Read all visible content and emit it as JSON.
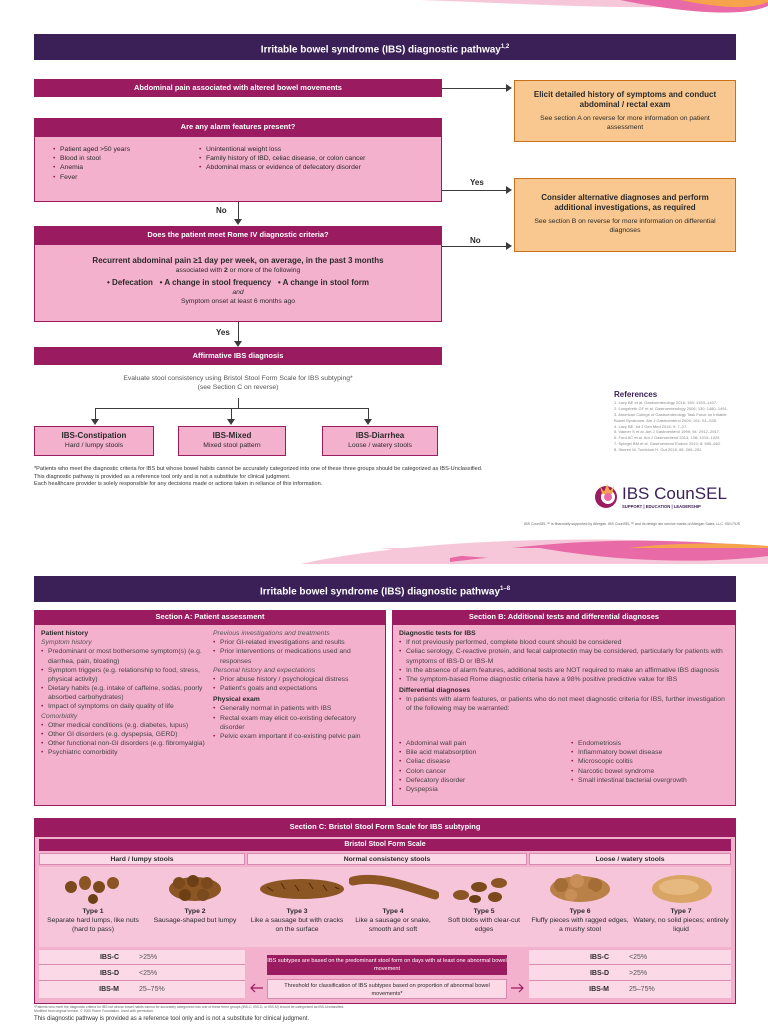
{
  "page1": {
    "title": "Irritable bowel syndrome (IBS) diagnostic pathway",
    "title_sup": "1,2",
    "abdominal_header": "Abdominal pain associated with altered bowel movements",
    "alarm_question": "Are any alarm features present?",
    "alarm_left": [
      "Patient aged >50 years",
      "Blood in stool",
      "Anemia",
      "Fever"
    ],
    "alarm_right": [
      "Unintentional weight loss",
      "Family history of IBD, celiac disease, or colon cancer",
      "Abdominal mass or evidence of defecatory disorder"
    ],
    "no_label_1": "No",
    "yes_label_1": "Yes",
    "rome_question": "Does the patient meet Rome IV diagnostic criteria?",
    "no_label_2": "No",
    "rome_line1": "Recurrent abdominal pain ≥1 day per week, on average, in the past 3 months",
    "rome_line2_pre": "associated with ",
    "rome_line2_bold": "2",
    "rome_line2_post": " or more of the following",
    "rome_items": [
      "Defecation",
      "A change in stool frequency",
      "A change in stool form"
    ],
    "rome_and": "and",
    "rome_line4": "Symptom onset at least 6 months ago",
    "yes_label_2": "Yes",
    "affirmative": "Affirmative IBS diagnosis",
    "evaluate_line1": "Evaluate stool consistency using Bristol Stool Form Scale for IBS subtyping*",
    "evaluate_line2": "(see Section C on reverse)",
    "subtypes": [
      {
        "name": "IBS-Constipation",
        "desc": "Hard / lumpy stools"
      },
      {
        "name": "IBS-Mixed",
        "desc": "Mixed stool pattern"
      },
      {
        "name": "IBS-Diarrhea",
        "desc": "Loose / watery stools"
      }
    ],
    "right_box1_title": "Elicit detailed history of symptoms and conduct abdominal / rectal exam",
    "right_box1_text": "See section A on reverse for more information on patient assessment",
    "right_box2_title": "Consider alternative diagnoses and perform additional investigations, as required",
    "right_box2_text": "See section B on reverse for more information on differential diagnoses",
    "references_title": "References",
    "references": [
      "1. Lacy BE et al. Gastroenterology 2016; 150: 1393–1407.",
      "2. Longstreth GF et al. Gastroenterology 2006; 130: 1480–1491.",
      "3. American College of Gastroenterology Task Force on Irritable Bowel Syndrome. Am J Gastroenterol 2009; 104: S1–S35.",
      "4. Lacy BE. Int J Gen Med 2016; 9: 7–17.",
      "5. Vanner S et al. Am J Gastroenterol 1999; 94: 2912–2917.",
      "6. Ford AC et al. Am J Gastroenterol 2013; 108: 1019–1029.",
      "7. Spiegel BM et al. Gastroenterol Endocr 2010; 8: 655–662.",
      "8. Simren M, Tornblom H. Gut 2016; 65: 269–292."
    ],
    "footnote1": "*Patients who meet the diagnostic criteria for IBS but whose bowel habits cannot be accurately categorized into one of these three groups should be categorized as IBS-Unclassified.",
    "footnote2": "This diagnostic pathway is provided as a reference tool only and is not a substitute for clinical judgment.",
    "footnote3": "Each healthcare provider is solely responsible for any decisions made or actions taken in reliance of this information.",
    "logo_text": "IBS CounSEL",
    "logo_tagline": "SUPPORT | EDUCATION | LEADERSHIP",
    "trademark": "IBS CounSEL™ is financially supported by Allergan. IBS CounSEL™ and its design are service marks of Allergan Sales, LLC. 05/17/US"
  },
  "page2": {
    "title": "Irritable bowel syndrome (IBS) diagnostic pathway",
    "title_sup": "1–8",
    "sectionA_title": "Section A: Patient assessment",
    "sectionB_title": "Section B: Additional tests and differential diagnoses",
    "patient_history": "Patient history",
    "symptom_history": "Symptom history",
    "symptom_items": [
      "Predominant or most bothersome symptom(s) (e.g. diarrhea, pain, bloating)",
      "Symptom triggers (e.g. relationship to food, stress, physical activity)",
      "Dietary habits (e.g. intake of caffeine, sodas, poorly absorbed carbohydrates)",
      "Impact of symptoms on daily quality of life"
    ],
    "comorbidity": "Comorbidity",
    "comorbidity_items": [
      "Other medical conditions (e.g. diabetes, lupus)",
      "Other GI disorders (e.g. dyspepsia, GERD)",
      "Other functional non-GI disorders (e.g. fibromyalgia)",
      "Psychiatric comorbidity"
    ],
    "prev_invest": "Previous investigations and treatments",
    "prev_items": [
      "Prior GI-related investigations and results",
      "Prior interventions or medications used and responses"
    ],
    "personal_history": "Personal history and expectations",
    "personal_items": [
      "Prior abuse history / psychological distress",
      "Patient's goals and expectations"
    ],
    "physical_exam": "Physical exam",
    "physical_items": [
      "Generally normal in patients with IBS",
      "Rectal exam may elicit co-existing defecatory disorder",
      "Pelvic exam important if co-existing pelvic pain"
    ],
    "diag_tests": "Diagnostic tests for IBS",
    "diag_items": [
      "If not previously performed, complete blood count should be considered",
      "Celiac serology, C-reactive protein, and fecal calprotectin may be considered, particularly for patients with symptoms of IBS-D or IBS-M",
      "In the absence of alarm features, additional tests are NOT required to make an affirmative IBS diagnosis",
      "The symptom-based Rome diagnostic criteria have a 98% positive predictive value for IBS"
    ],
    "diff_diag": "Differential diagnoses",
    "diff_intro": "In patients with alarm features, or patients who do not meet diagnostic criteria for IBS, further investigation of the following may be warranted:",
    "diff_left": [
      "Abdominal wall pain",
      "Bile acid malabsorption",
      "Celiac disease",
      "Colon cancer",
      "Defecatory disorder",
      "Dyspepsia"
    ],
    "diff_right": [
      "Endometriosis",
      "Inflammatory bowel disease",
      "Microscopic colitis",
      "Narcotic bowel syndrome",
      "Small intestinal bacterial overgrowth"
    ],
    "sectionC_title": "Section C: Bristol Stool Form Scale for IBS subtyping",
    "bristol_title": "Bristol Stool Form Scale",
    "groups": [
      "Hard / lumpy stools",
      "Normal consistency stools",
      "Loose / watery stools"
    ],
    "types": [
      {
        "name": "Type 1",
        "desc": "Separate hard lumps, like nuts (hard to pass)"
      },
      {
        "name": "Type 2",
        "desc": "Sausage-shaped but lumpy"
      },
      {
        "name": "Type 3",
        "desc": "Like a sausage but with cracks on the surface"
      },
      {
        "name": "Type 4",
        "desc": "Like a sausage or snake, smooth and soft"
      },
      {
        "name": "Type 5",
        "desc": "Soft blobs with clear-cut edges"
      },
      {
        "name": "Type 6",
        "desc": "Fluffy pieces with ragged edges, a mushy stool"
      },
      {
        "name": "Type 7",
        "desc": "Watery, no solid pieces; entirely liquid"
      }
    ],
    "left_table": [
      {
        "label": "IBS-C",
        "value": ">25%"
      },
      {
        "label": "IBS-D",
        "value": "<25%"
      },
      {
        "label": "IBS-M",
        "value": "25–75%"
      }
    ],
    "right_table": [
      {
        "label": "IBS-C",
        "value": "<25%"
      },
      {
        "label": "IBS-D",
        "value": ">25%"
      },
      {
        "label": "IBS-M",
        "value": "25–75%"
      }
    ],
    "center_note1": "IBS subtypes are based on the predominant stool form on days with at least one abnormal bowel movement",
    "center_note2": "Threshold for classification of IBS subtypes based on proportion of abnormal bowel movements*",
    "footnote_small": "*Patients who meet the diagnostic criteria for IBS but whose bowel habits cannot be accurately categorized into one of these three groups (IBS-C, IBS-D, or IBS-M) should be categorized as IBS-Unclassified.",
    "footnote_small2": "Modified from original version. © 2000 Rome Foundation. Used with permission.",
    "bottom_line": "This diagnostic pathway is provided as a reference tool only and is not a substitute for clinical judgment."
  },
  "colors": {
    "purple": "#3b1f57",
    "magenta": "#9a1b5f",
    "pink": "#f4b1ce",
    "orange": "#f9c890"
  }
}
